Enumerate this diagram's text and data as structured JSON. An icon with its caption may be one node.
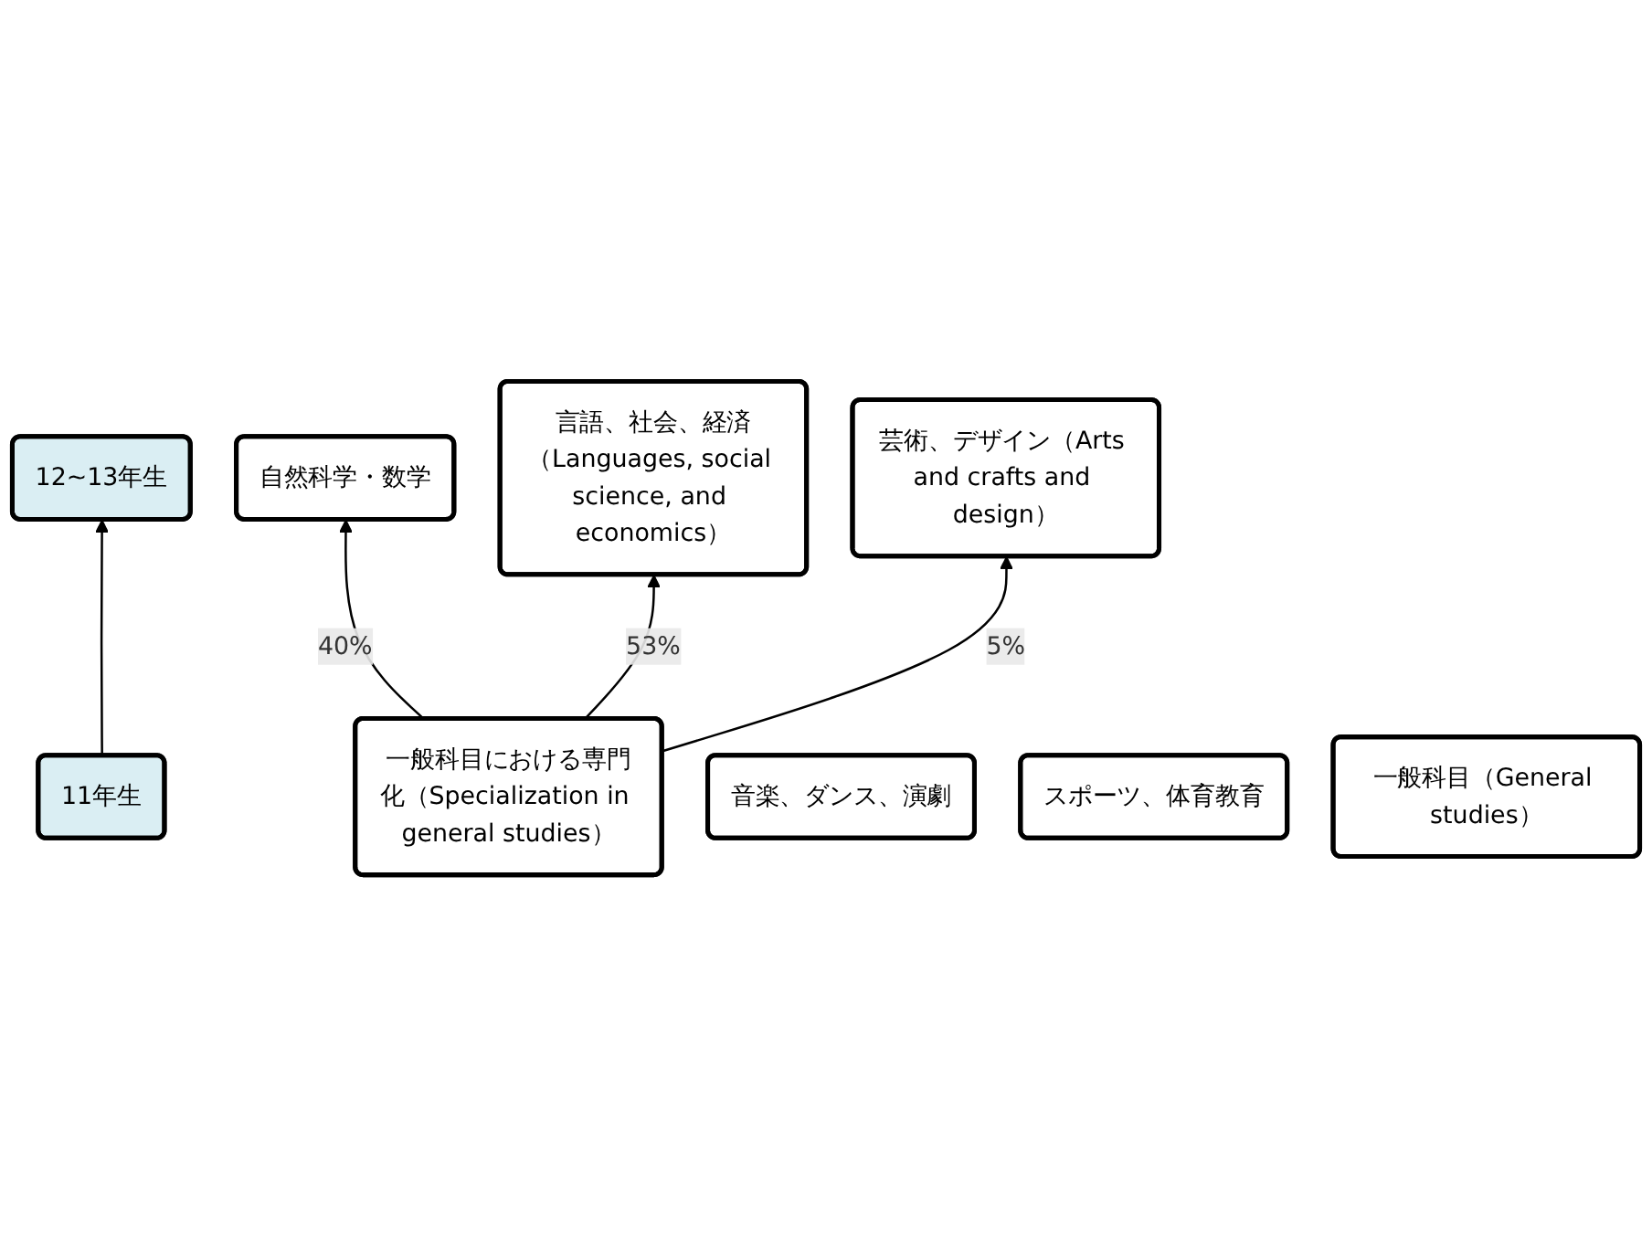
{
  "diagram": {
    "nodes": [
      {
        "text": [
          "12~13年生"
        ]
      },
      {
        "text": [
          "自然科学・数学"
        ]
      },
      {
        "text": [
          "言語、社会、経済（Languages, social science, and economics）"
        ]
      },
      {
        "text": [
          "芸術、デザイン（Arts and crafts and design）"
        ]
      },
      {
        "text": [
          "11年生"
        ]
      },
      {
        "text": [
          "一般科目における専門化（Specialization in general studies）"
        ]
      },
      {
        "text": [
          "音楽、ダンス、演劇"
        ]
      },
      {
        "text": [
          "スポーツ、体育教育"
        ]
      },
      {
        "text": [
          "一般科目（General studies）"
        ]
      }
    ],
    "edges": [
      {
        "from": 4,
        "to": 0,
        "arrow": "to"
      },
      {
        "from": 5,
        "to": 1,
        "arrow": "to",
        "label": "40%"
      },
      {
        "from": 5,
        "to": 2,
        "arrow": "to",
        "label": "53%"
      },
      {
        "from": 5,
        "to": 3,
        "arrow": "to",
        "label": "5%"
      }
    ]
  }
}
